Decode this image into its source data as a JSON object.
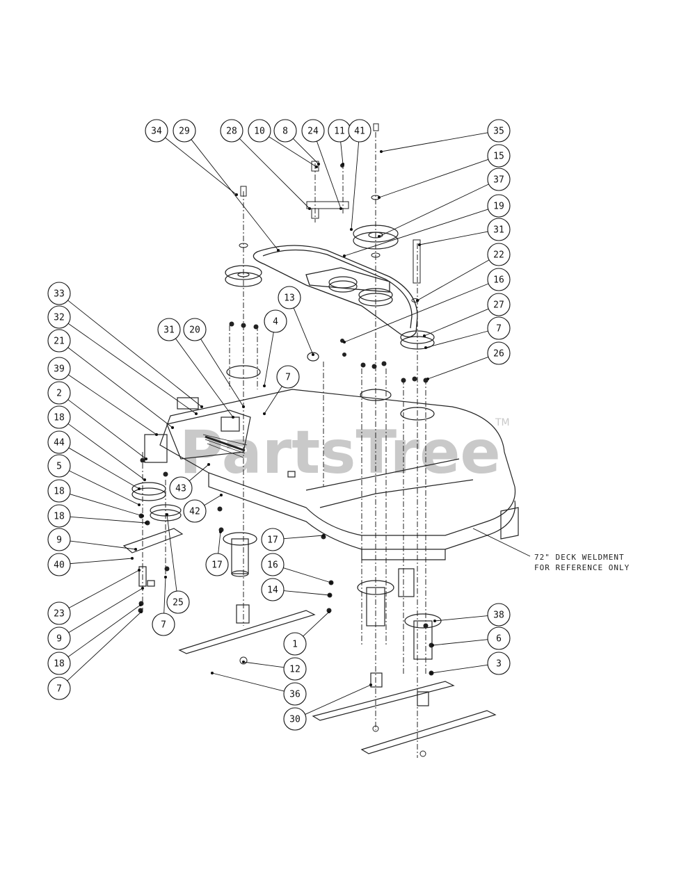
{
  "watermark": {
    "brand": "PartsTree",
    "tm": "TM"
  },
  "note": {
    "line1": "72\" DECK WELDMENT",
    "line2": "FOR REFERENCE ONLY"
  },
  "callouts": [
    {
      "label": "34"
    },
    {
      "label": "29"
    },
    {
      "label": "28"
    },
    {
      "label": "10"
    },
    {
      "label": "8"
    },
    {
      "label": "24"
    },
    {
      "label": "11"
    },
    {
      "label": "41"
    },
    {
      "label": "35"
    },
    {
      "label": "15"
    },
    {
      "label": "37"
    },
    {
      "label": "19"
    },
    {
      "label": "31"
    },
    {
      "label": "22"
    },
    {
      "label": "16"
    },
    {
      "label": "27"
    },
    {
      "label": "7"
    },
    {
      "label": "26"
    },
    {
      "label": "33"
    },
    {
      "label": "32"
    },
    {
      "label": "21"
    },
    {
      "label": "39"
    },
    {
      "label": "2"
    },
    {
      "label": "18"
    },
    {
      "label": "44"
    },
    {
      "label": "5"
    },
    {
      "label": "18"
    },
    {
      "label": "18"
    },
    {
      "label": "9"
    },
    {
      "label": "40"
    },
    {
      "label": "23"
    },
    {
      "label": "9"
    },
    {
      "label": "18"
    },
    {
      "label": "7"
    },
    {
      "label": "13"
    },
    {
      "label": "31"
    },
    {
      "label": "20"
    },
    {
      "label": "4"
    },
    {
      "label": "7"
    },
    {
      "label": "43"
    },
    {
      "label": "42"
    },
    {
      "label": "17"
    },
    {
      "label": "17"
    },
    {
      "label": "16"
    },
    {
      "label": "14"
    },
    {
      "label": "1"
    },
    {
      "label": "12"
    },
    {
      "label": "36"
    },
    {
      "label": "30"
    },
    {
      "label": "38"
    },
    {
      "label": "6"
    },
    {
      "label": "3"
    },
    {
      "label": "25"
    },
    {
      "label": "7"
    }
  ]
}
